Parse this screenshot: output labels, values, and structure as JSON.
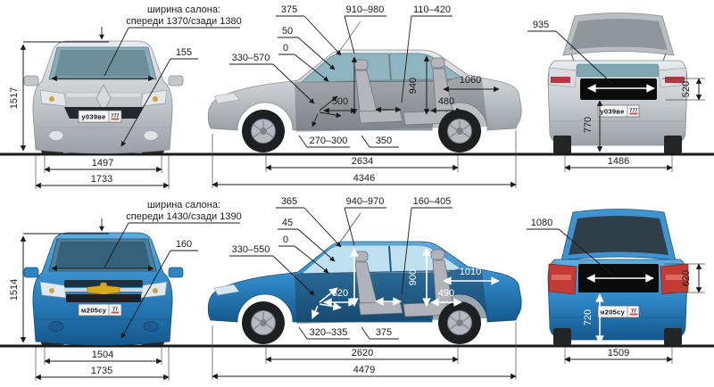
{
  "colors": {
    "silver_body": "#c6cbd0",
    "blue_body": "#2e86c4",
    "seat_gray": "#b4b6bc",
    "callout": "#1a1a1a",
    "white_callout": "#ffffff",
    "trunk_opening": "#0b0b0c"
  },
  "cars": {
    "top": {
      "cabin_label_line1": "ширина салона:",
      "cabin_label_line2": "спереди 1370/сзади 1380",
      "front": {
        "height": "1517",
        "ground_clearance": "155",
        "track": "1497",
        "width": "1733",
        "plate": "у039ве",
        "plate_region": "777"
      },
      "side": {
        "stack": [
          "375",
          "50",
          "0"
        ],
        "pedal_range": "330–570",
        "front_headroom": "910–980",
        "rear_range": "110–420",
        "front_cushion": "500",
        "rear_cushion": "480",
        "rear_headroom": "940",
        "parcel_length": "1060",
        "floor_clearance": "270–300",
        "sill_height": "350",
        "wheelbase": "2634",
        "length": "4346"
      },
      "rear": {
        "opening_width": "935",
        "opening_height": "520",
        "loading_height": "770",
        "track": "1486",
        "plate": "у039ве",
        "plate_region": "777"
      }
    },
    "bottom": {
      "cabin_label_line1": "ширина салона:",
      "cabin_label_line2": "спереди 1430/сзади 1390",
      "front": {
        "height": "1514",
        "ground_clearance": "160",
        "track": "1504",
        "width": "1735",
        "plate": "м205су",
        "plate_region": "77"
      },
      "side": {
        "stack": [
          "365",
          "45",
          "0"
        ],
        "pedal_range": "330–550",
        "front_headroom": "940–970",
        "rear_range": "160–405",
        "front_cushion": "520",
        "rear_cushion": "490",
        "rear_headroom": "900",
        "parcel_length": "1010",
        "floor_clearance": "320–335",
        "sill_height": "375",
        "wheelbase": "2620",
        "length": "4479"
      },
      "rear": {
        "opening_width": "1080",
        "opening_height": "620",
        "loading_height": "720",
        "track": "1509",
        "plate": "м205су",
        "plate_region": "77"
      }
    }
  }
}
